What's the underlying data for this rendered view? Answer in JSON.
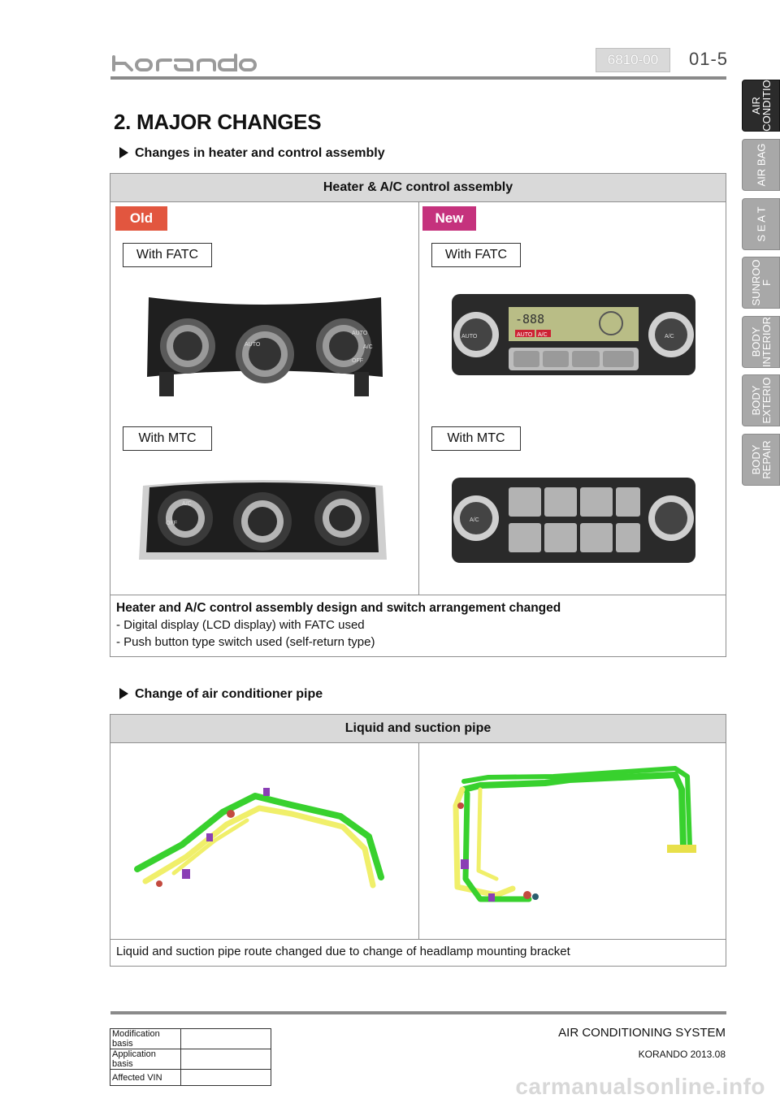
{
  "header": {
    "brand": "korando",
    "section_code": "6810-00",
    "page_number": "01-5"
  },
  "side_tabs": [
    {
      "label": "AIR\nCONDITIO",
      "active": true
    },
    {
      "label": "AIR BAG",
      "active": false
    },
    {
      "label": "S E A T",
      "active": false
    },
    {
      "label": "SUNROO\nF",
      "active": false
    },
    {
      "label": "BODY\nINTERIOR",
      "active": false
    },
    {
      "label": "BODY\nEXTERIO",
      "active": false
    },
    {
      "label": "BODY\nREPAIR",
      "active": false
    }
  ],
  "title": "2. MAJOR CHANGES",
  "section1": {
    "bullet": "Changes in heater and control assembly",
    "table_header": "Heater & A/C control assembly",
    "old_badge": "Old",
    "new_badge": "New",
    "old_fatc_label": "With FATC",
    "old_mtc_label": "With MTC",
    "new_fatc_label": "With FATC",
    "new_mtc_label": "With MTC",
    "lcd_readout": "-888",
    "lcd_auto": "AUTO",
    "lcd_ac": "A/C",
    "knob_labels": {
      "auto": "AUTO",
      "off": "OFF",
      "ac": "A/C"
    },
    "note_title": "Heater and A/C control assembly design and switch arrangement changed",
    "note_lines": [
      "- Digital display (LCD display) with FATC used",
      "- Push button type switch used (self-return type)"
    ]
  },
  "section2": {
    "bullet": "Change of air conditioner pipe",
    "table_header": "Liquid and suction pipe",
    "note": "Liquid and suction pipe route changed due to change of headlamp mounting bracket"
  },
  "footer": {
    "rows": [
      {
        "key": "Modification basis",
        "value": ""
      },
      {
        "key": "Application basis",
        "value": ""
      },
      {
        "key": "Affected VIN",
        "value": ""
      }
    ],
    "system_title": "AIR CONDITIONING SYSTEM",
    "model": "KORANDO 2013.08",
    "watermark": "carmanualsonline.info"
  },
  "colors": {
    "old_badge": "#e2563f",
    "new_badge": "#c5327d",
    "active_tab": "#2b2b2b",
    "inactive_tab": "#a8a8a8",
    "table_header": "#d9d9d9",
    "pipe_green": "#38d12e",
    "pipe_yellow": "#f0ef6a"
  }
}
